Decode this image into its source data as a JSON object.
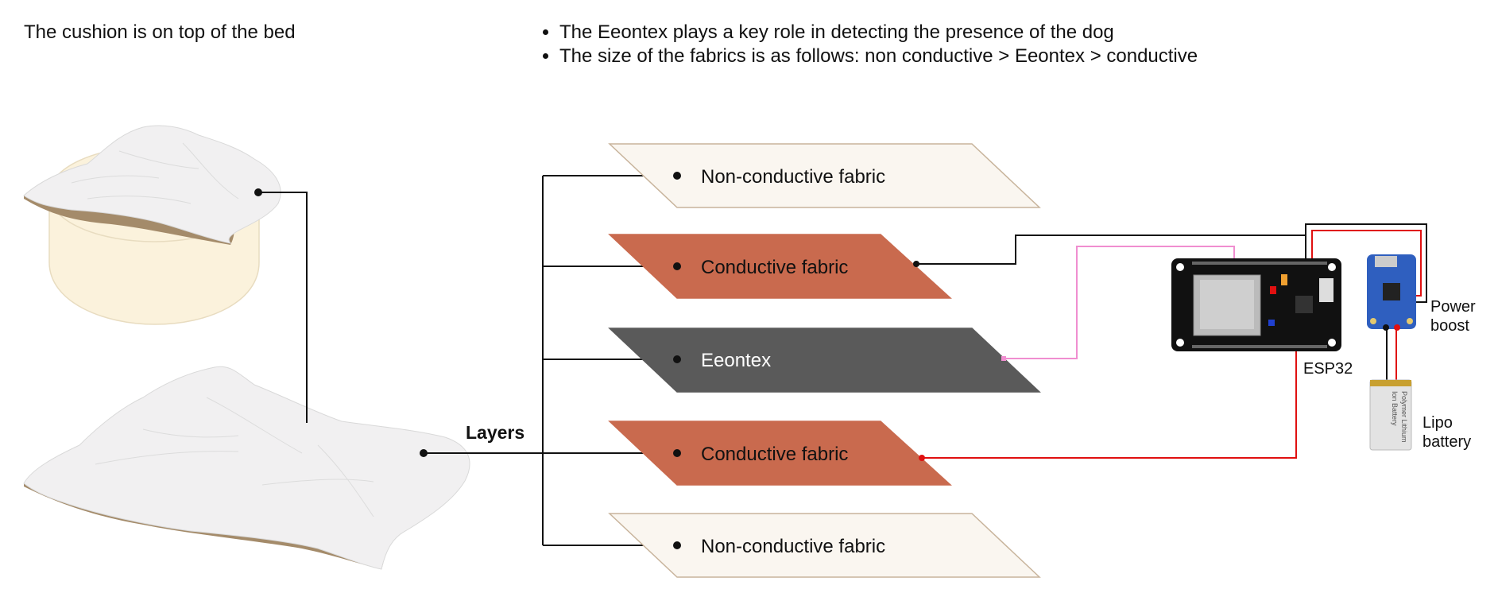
{
  "caption": "The cushion is on top of the bed",
  "notes": [
    "The Eeontex plays a key role in detecting the presence of the dog",
    "The size of the fabrics is as follows: non conductive > Eeontex > conductive"
  ],
  "layers_label": "Layers",
  "layers": [
    {
      "label": "Non-conductive fabric",
      "fill": "#faf6f0",
      "stroke": "#c8b49c",
      "text_color": "#111111"
    },
    {
      "label": "Conductive fabric",
      "fill": "#c96a4e",
      "stroke": "#c96a4e",
      "text_color": "#111111"
    },
    {
      "label": "Eeontex",
      "fill": "#5a5a5a",
      "stroke": "#5a5a5a",
      "text_color": "#ffffff"
    },
    {
      "label": "Conductive fabric",
      "fill": "#c96a4e",
      "stroke": "#c96a4e",
      "text_color": "#111111"
    },
    {
      "label": "Non-conductive fabric",
      "fill": "#faf6f0",
      "stroke": "#c8b49c",
      "text_color": "#111111"
    }
  ],
  "components": {
    "esp32": "ESP32",
    "power_boost": [
      "Power",
      "boost"
    ],
    "lipo": [
      "Lipo",
      "battery"
    ],
    "battery_print": [
      "Polymer Lithium",
      "Ion Battery"
    ]
  },
  "colors": {
    "wire_black": "#111111",
    "wire_red": "#e01010",
    "wire_pink": "#f08ed0",
    "cushion": "#f0eff0",
    "cushion_base": "#a48b6a",
    "bed": "#fbf2dc"
  }
}
